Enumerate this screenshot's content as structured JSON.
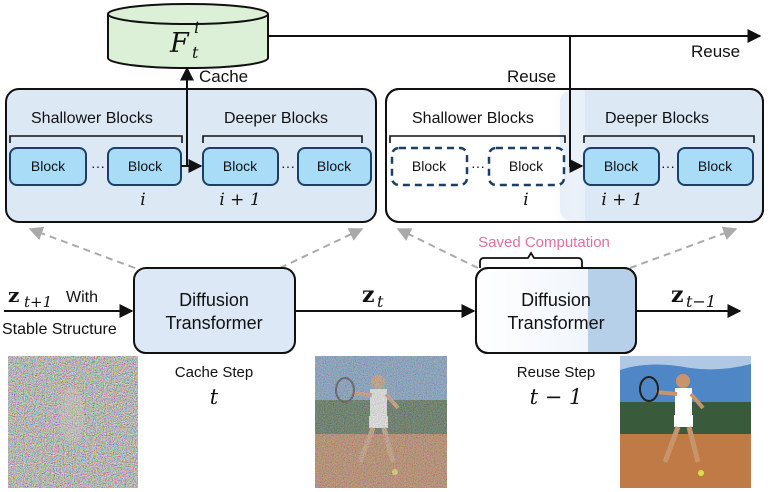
{
  "cache": {
    "symbol": "F",
    "sub": "t",
    "sup": "i",
    "cache_label": "Cache",
    "reuse_label_top": "Reuse",
    "reuse_label_right": "Reuse"
  },
  "left_panel": {
    "shallow_title": "Shallower Blocks",
    "deep_title": "Deeper Blocks",
    "block_label": "Block",
    "dots": "···",
    "index_i": "i",
    "index_i1": "i + 1"
  },
  "right_panel": {
    "shallow_title": "Shallower Blocks",
    "deep_title": "Deeper Blocks",
    "block_label": "Block",
    "dots": "···",
    "index_i": "i",
    "index_i1": "i + 1"
  },
  "flow": {
    "input_symbol": "z",
    "input_sub": "t+1",
    "input_with": "With",
    "input_stable": "Stable Structure",
    "mid_symbol": "z",
    "mid_sub": "t",
    "out_symbol": "z",
    "out_sub": "t−1",
    "saved_computation": "Saved Computation"
  },
  "transformers": {
    "left_line1": "Diffusion",
    "left_line2": "Transformer",
    "right_line1": "Diffusion",
    "right_line2": "Transformer"
  },
  "steps": {
    "cache_step": "Cache Step",
    "cache_t": "t",
    "reuse_step": "Reuse Step",
    "reuse_t": "t − 1"
  },
  "colors": {
    "block_fill": "#a9dcf7",
    "block_stroke": "#1d3f66",
    "db_fill": "#dcefd7",
    "transformer_fill": "#dce8f6",
    "transformer_dark": "#b7d0ea",
    "saved_text": "#e26fa0"
  }
}
